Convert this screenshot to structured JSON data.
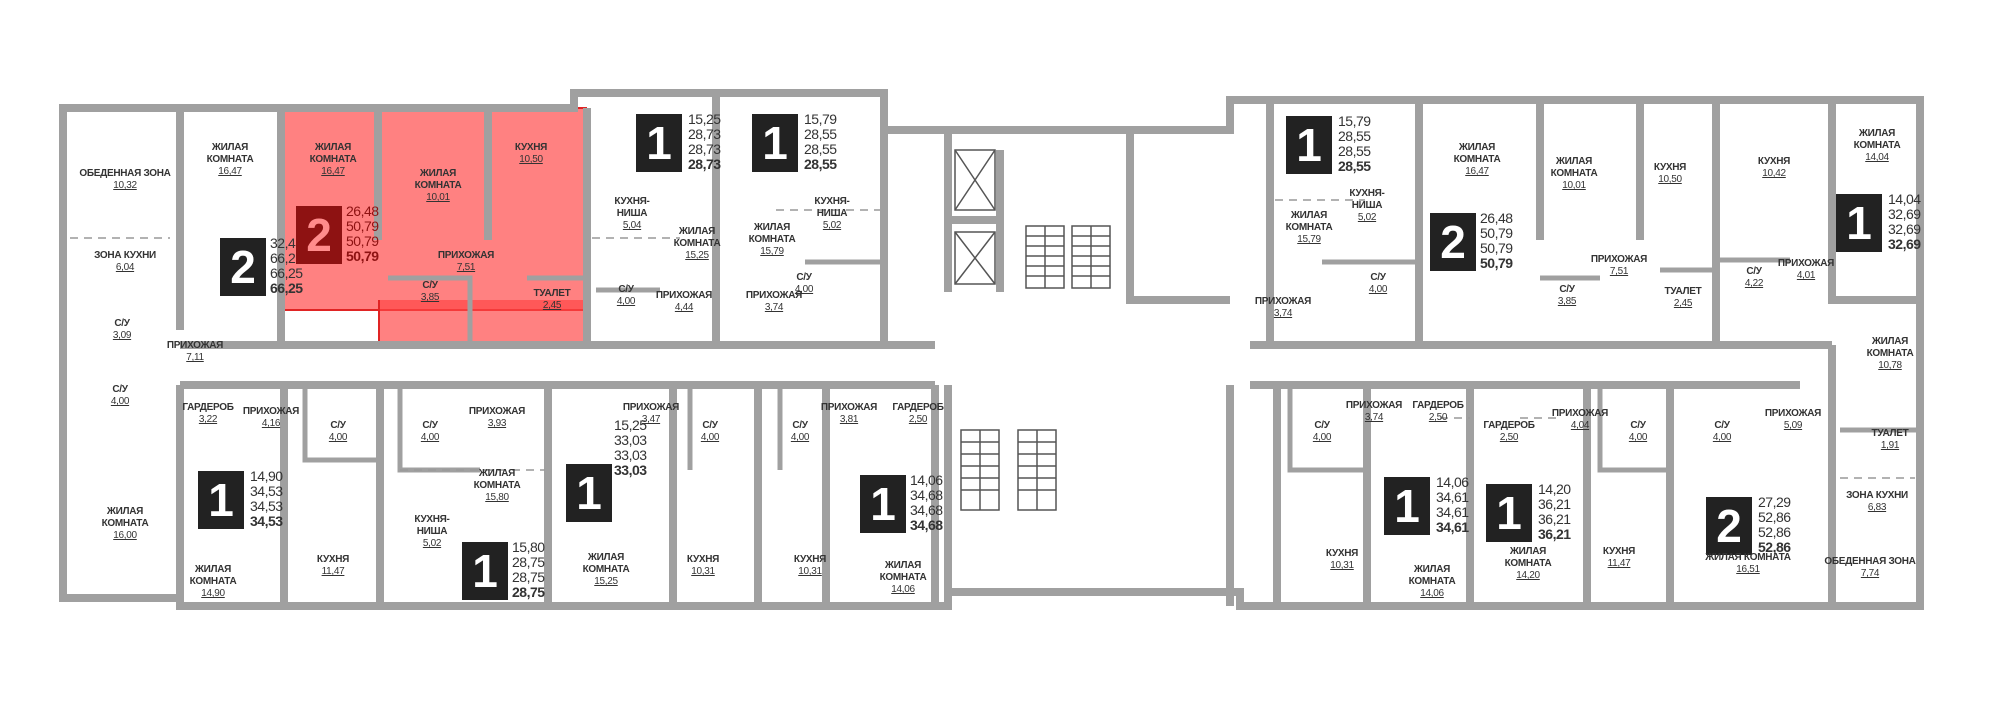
{
  "selected_apartment": 1,
  "colors": {
    "highlight": "#ff4646",
    "badge": "#222222",
    "badge_selected": "#8e1212",
    "wall": "#a0a0a0"
  },
  "apartments": [
    {
      "rooms_count": "2",
      "areas": [
        "32,47",
        "66,25",
        "66,25",
        "66,25"
      ],
      "rooms": [
        {
          "name": "ОБЕДЕННАЯ ЗОНА",
          "area": "10,32"
        },
        {
          "name": "ЗОНА КУХНИ",
          "area": "6,04"
        },
        {
          "name": "С/У",
          "area": "3,09"
        },
        {
          "name": "С/У",
          "area": "4,00"
        },
        {
          "name": "ЖИЛАЯ КОМНАТА",
          "area": "16,00"
        },
        {
          "name": "ЖИЛАЯ КОМНАТА",
          "area": "16,47"
        },
        {
          "name": "ПРИХОЖАЯ",
          "area": "7,11"
        },
        {
          "name": "ГАРДЕРОБ",
          "area": "3,22"
        }
      ]
    },
    {
      "rooms_count": "2",
      "areas": [
        "26,48",
        "50,79",
        "50,79",
        "50,79"
      ],
      "rooms": [
        {
          "name": "ЖИЛАЯ КОМНАТА",
          "area": "16,47"
        },
        {
          "name": "ЖИЛАЯ КОМНАТА",
          "area": "10,01"
        },
        {
          "name": "КУХНЯ",
          "area": "10,50"
        },
        {
          "name": "ПРИХОЖАЯ",
          "area": "7,51"
        },
        {
          "name": "С/У",
          "area": "3,85"
        },
        {
          "name": "ТУАЛЕТ",
          "area": "2,45"
        }
      ]
    },
    {
      "rooms_count": "1",
      "areas": [
        "15,25",
        "28,73",
        "28,73",
        "28,73"
      ],
      "rooms": [
        {
          "name": "КУХНЯ-НИША",
          "area": "5,04"
        },
        {
          "name": "ЖИЛАЯ КОМНАТА",
          "area": "15,25"
        },
        {
          "name": "С/У",
          "area": "4,00"
        },
        {
          "name": "ПРИХОЖАЯ",
          "area": "4,44"
        }
      ]
    },
    {
      "rooms_count": "1",
      "areas": [
        "15,79",
        "28,55",
        "28,55",
        "28,55"
      ],
      "rooms": [
        {
          "name": "ЖИЛАЯ КОМНАТА",
          "area": "15,79"
        },
        {
          "name": "КУХНЯ-НИША",
          "area": "5,02"
        },
        {
          "name": "ПРИХОЖАЯ",
          "area": "3,74"
        },
        {
          "name": "С/У",
          "area": "4,00"
        }
      ]
    },
    {
      "rooms_count": "1",
      "areas": [
        "15,79",
        "28,55",
        "28,55",
        "28,55"
      ],
      "rooms": [
        {
          "name": "ЖИЛАЯ КОМНАТА",
          "area": "15,79"
        },
        {
          "name": "КУХНЯ-НИША",
          "area": "5,02"
        },
        {
          "name": "ПРИХОЖАЯ",
          "area": "3,74"
        },
        {
          "name": "С/У",
          "area": "4,00"
        }
      ]
    },
    {
      "rooms_count": "2",
      "areas": [
        "26,48",
        "50,79",
        "50,79",
        "50,79"
      ],
      "rooms": [
        {
          "name": "ЖИЛАЯ КОМНАТА",
          "area": "16,47"
        },
        {
          "name": "ЖИЛАЯ КОМНАТА",
          "area": "10,01"
        },
        {
          "name": "КУХНЯ",
          "area": "10,50"
        },
        {
          "name": "ПРИХОЖАЯ",
          "area": "7,51"
        },
        {
          "name": "С/У",
          "area": "3,85"
        },
        {
          "name": "ТУАЛЕТ",
          "area": "2,45"
        }
      ]
    },
    {
      "rooms_count": "1",
      "areas": [
        "14,04",
        "32,69",
        "32,69",
        "32,69"
      ],
      "rooms": [
        {
          "name": "КУХНЯ",
          "area": "10,42"
        },
        {
          "name": "ЖИЛАЯ КОМНАТА",
          "area": "14,04"
        },
        {
          "name": "С/У",
          "area": "4,22"
        },
        {
          "name": "ПРИХОЖАЯ",
          "area": "4,01"
        }
      ]
    },
    {
      "rooms_count": "2",
      "areas": [
        "27,29",
        "52,86",
        "52,86",
        "52,86"
      ],
      "rooms": [
        {
          "name": "ЖИЛАЯ КОМНАТА",
          "area": "10,78"
        },
        {
          "name": "ПРИХОЖАЯ",
          "area": "5,09"
        },
        {
          "name": "ТУАЛЕТ",
          "area": "1,91"
        },
        {
          "name": "ЗОНА КУХНИ",
          "area": "6,83"
        },
        {
          "name": "ОБЕДЕННАЯ ЗОНА",
          "area": "7,74"
        },
        {
          "name": "ЖИЛАЯ КОМНАТА",
          "area": "16,51"
        },
        {
          "name": "С/У",
          "area": "4,00"
        }
      ]
    },
    {
      "rooms_count": "1",
      "areas": [
        "14,20",
        "36,21",
        "36,21",
        "36,21"
      ],
      "rooms": [
        {
          "name": "ГАРДЕРОБ",
          "area": "2,50"
        },
        {
          "name": "ПРИХОЖАЯ",
          "area": "4,04"
        },
        {
          "name": "ЖИЛАЯ КОМНАТА",
          "area": "14,20"
        },
        {
          "name": "С/У",
          "area": "4,00"
        },
        {
          "name": "КУХНЯ",
          "area": "11,47"
        }
      ]
    },
    {
      "rooms_count": "1",
      "areas": [
        "14,06",
        "34,61",
        "34,61",
        "34,61"
      ],
      "rooms": [
        {
          "name": "ГАРДЕРОБ",
          "area": "2,50"
        },
        {
          "name": "ПРИХОЖАЯ",
          "area": "3,74"
        },
        {
          "name": "ЖИЛАЯ КОМНАТА",
          "area": "14,06"
        },
        {
          "name": "С/У",
          "area": "4,00"
        },
        {
          "name": "КУХНЯ",
          "area": "10,31"
        }
      ]
    },
    {
      "rooms_count": "1",
      "areas": [
        "14,90",
        "34,53",
        "34,53",
        "34,53"
      ],
      "rooms": [
        {
          "name": "ПРИХОЖАЯ",
          "area": "4,16"
        },
        {
          "name": "ЖИЛАЯ КОМНАТА",
          "area": "14,90"
        },
        {
          "name": "С/У",
          "area": "4,00"
        },
        {
          "name": "КУХНЯ",
          "area": "11,47"
        }
      ]
    },
    {
      "rooms_count": "1",
      "areas": [
        "15,80",
        "28,75",
        "28,75",
        "28,75"
      ],
      "rooms": [
        {
          "name": "С/У",
          "area": "4,00"
        },
        {
          "name": "ПРИХОЖАЯ",
          "area": "3,93"
        },
        {
          "name": "ЖИЛАЯ КОМНАТА",
          "area": "15,80"
        },
        {
          "name": "КУХНЯ-НИША",
          "area": "5,02"
        }
      ]
    },
    {
      "rooms_count": "1",
      "areas": [
        "15,25",
        "33,03",
        "33,03",
        "33,03"
      ],
      "rooms": [
        {
          "name": "ПРИХОЖАЯ",
          "area": "3,47"
        },
        {
          "name": "ЖИЛАЯ КОМНАТА",
          "area": "15,25"
        },
        {
          "name": "С/У",
          "area": "4,00"
        },
        {
          "name": "КУХНЯ",
          "area": "10,31"
        }
      ]
    },
    {
      "rooms_count": "1",
      "areas": [
        "14,06",
        "34,68",
        "34,68",
        "34,68"
      ],
      "rooms": [
        {
          "name": "С/У",
          "area": "4,00"
        },
        {
          "name": "ПРИХОЖАЯ",
          "area": "3,81"
        },
        {
          "name": "ГАРДЕРОБ",
          "area": "2,50"
        },
        {
          "name": "КУХНЯ",
          "area": "10,31"
        },
        {
          "name": "ЖИЛАЯ КОМНАТА",
          "area": "14,06"
        }
      ]
    }
  ]
}
